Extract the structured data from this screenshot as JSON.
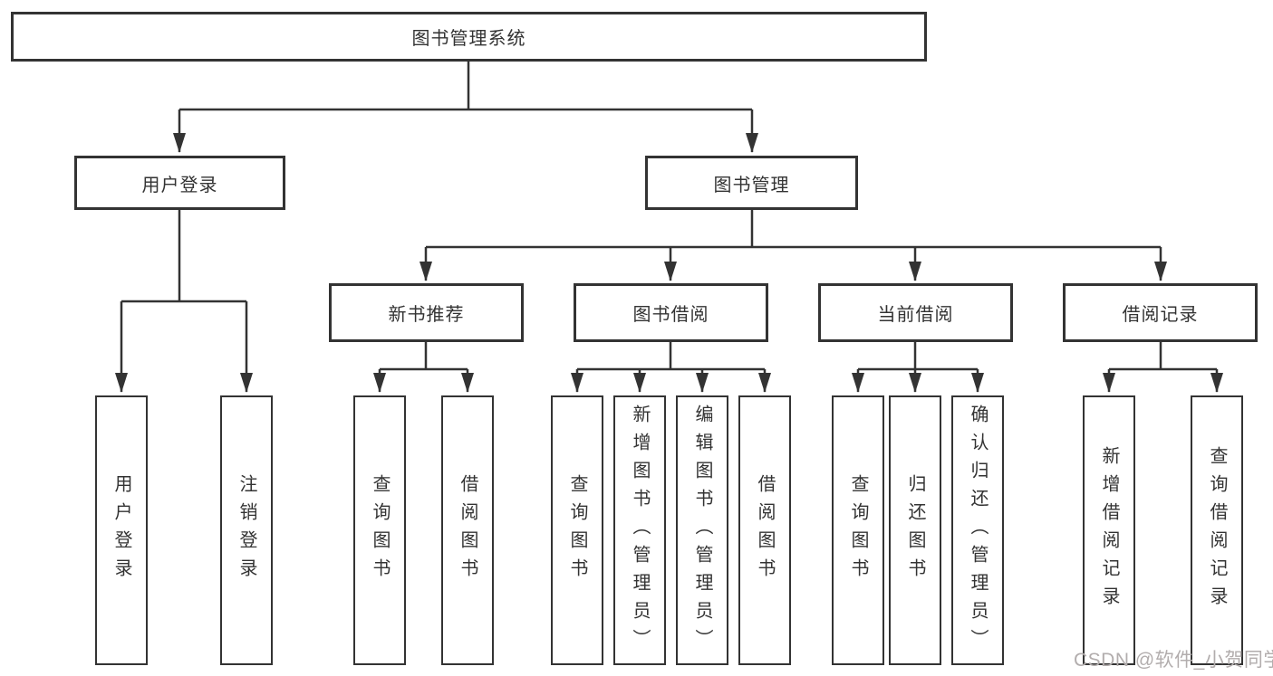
{
  "tree": {
    "root": "图书管理系统",
    "children": [
      {
        "label": "用户登录",
        "children": [
          "用户登录",
          "注销登录"
        ]
      },
      {
        "label": "图书管理",
        "children": [
          {
            "label": "新书推荐",
            "children": [
              "查询图书",
              "借阅图书"
            ]
          },
          {
            "label": "图书借阅",
            "children": [
              "查询图书",
              "新增图书（管理员）",
              "编辑图书（管理员）",
              "借阅图书"
            ]
          },
          {
            "label": "当前借阅",
            "children": [
              "查询图书",
              "归还图书",
              "确认归还（管理员）"
            ]
          },
          {
            "label": "借阅记录",
            "children": [
              "新增借阅记录",
              "查询借阅记录"
            ]
          }
        ]
      }
    ]
  },
  "watermark": {
    "text": "CSDN @软件_小贺同学"
  },
  "colors": {
    "line": "#333333",
    "box_border": "#333333",
    "box_fill": "#ffffff",
    "text": "#333333",
    "watermark": "#b2adad",
    "background": "#ffffff"
  }
}
